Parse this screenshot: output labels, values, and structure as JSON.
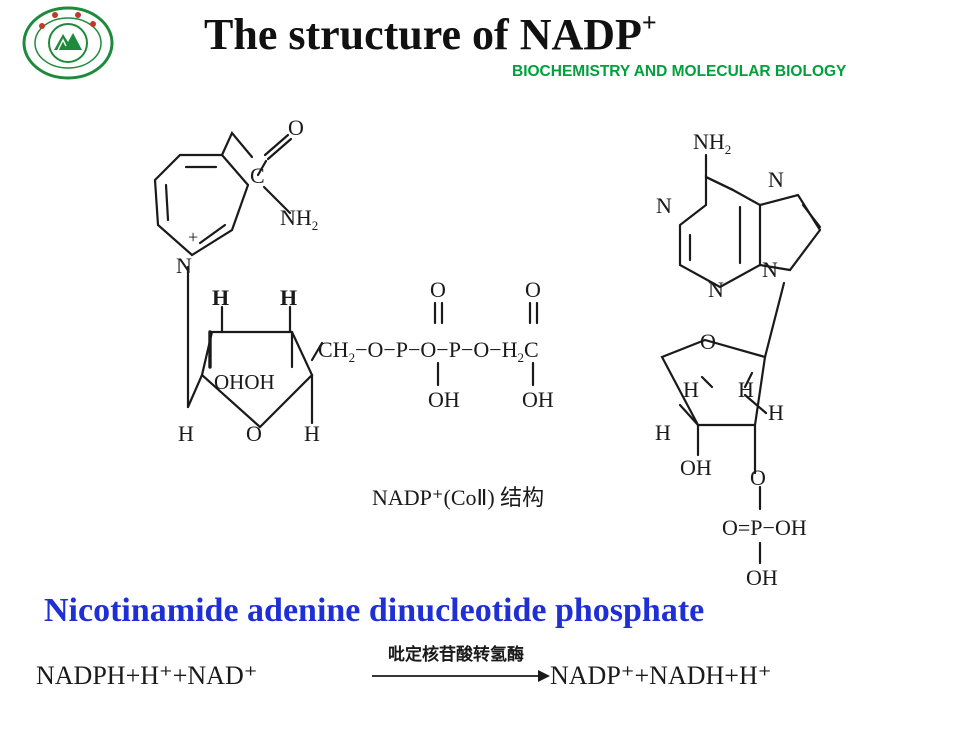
{
  "header": {
    "title_main": "The structure of NADP",
    "title_charge": "+",
    "subtitle": "BIOCHEMISTRY  AND MOLECULAR BIOLOGY"
  },
  "structure": {
    "labels": {
      "o_amide": "O",
      "c_amide": "C",
      "nh2_amide": "NH",
      "nh2_amide_sub": "2",
      "n_pyridinium": "N",
      "plus": "+",
      "h1": "H",
      "h2": "H",
      "h3": "H",
      "h4": "H",
      "ohoh": "OHOH",
      "o_ribose1": "O",
      "chain": "CH",
      "chain_sub": "2",
      "chain_rest": "−O−P−O−P−O−H",
      "chain_sub2": "2",
      "chain_c": "C",
      "o_top1": "O",
      "o_top2": "O",
      "oh_p1": "OH",
      "oh_p2": "OH",
      "nh2_adenine": "NH",
      "nh2_adenine_sub": "2",
      "n_ad1": "N",
      "n_ad2": "N",
      "n_ad3": "N",
      "n_ad4": "N",
      "o_ribose2": "O",
      "h5": "H",
      "h6": "H",
      "h7": "H",
      "h8": "H",
      "oh_2p": "OH",
      "o_phos": "O",
      "phos_row": "O=P−OH",
      "oh_phos": "OH"
    },
    "caption": "NADP⁺(CoⅡ) 结构"
  },
  "fullname": "Nicotinamide adenine dinucleotide phosphate",
  "reaction": {
    "left": "NADPH+H⁺+NAD⁺",
    "enzyme": "吡定核苷酸转氢酶",
    "right": "NADP⁺+NADH+H⁺"
  },
  "colors": {
    "title": "#111111",
    "subtitle": "#00a03c",
    "fullname": "#1f2fd6",
    "logo_green": "#1e8a3c"
  }
}
